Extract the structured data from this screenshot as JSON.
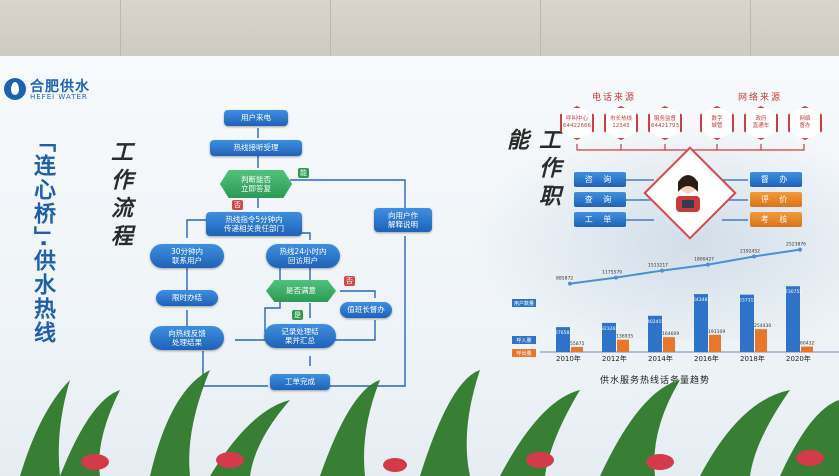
{
  "brand": {
    "name_cn": "合肥供水",
    "name_en": "HEFEI WATER"
  },
  "vertical_title": "「连心桥」·供水热线",
  "workflow": {
    "heading": "工作流程",
    "nodes": {
      "n1": "用户来电",
      "n2": "热线接听受理",
      "n3": "判断能否\n立即答复",
      "n4": "热线指令5分钟内\n传递相关责任部门",
      "n5": "30分钟内\n联系用户",
      "n6": "热线24小时内\n回访用户",
      "n7": "限时办结",
      "n8": "是否满意",
      "n9": "向热线反馈\n处理结果",
      "n10": "记录处理结\n果并汇总",
      "n11": "值班长督办",
      "n12": "向用户作\n解释说明",
      "n13": "工单完成"
    },
    "tags": {
      "yes1": "能",
      "no1": "否",
      "yes2": "是",
      "no2": "否"
    }
  },
  "duties": {
    "heading": "工作职能",
    "phone_source": "电话来源",
    "net_source": "网络来源",
    "phone_items": [
      "呼叫中心\n64422666",
      "市长热线\n12345",
      "服务监督\n64421793"
    ],
    "net_items": [
      "数字\n城管",
      "政府\n直通车",
      "网络\n督办"
    ],
    "left_buttons": [
      "咨 询",
      "查 询",
      "工 单"
    ],
    "right_buttons": [
      "督 办",
      "评 价",
      "考 核"
    ]
  },
  "chart_data": {
    "type": "bar",
    "title": "供水服务热线话务量趋势",
    "legend": [
      "用户数量",
      "呼入量",
      "呼出量"
    ],
    "categories": [
      "2010年",
      "2012年",
      "2014年",
      "2016年",
      "2018年",
      "2020年"
    ],
    "series": [
      {
        "name": "呼入量",
        "values": [
          276582,
          323268,
          402455,
          643481,
          637315,
          730752
        ]
      },
      {
        "name": "呼出量",
        "values": [
          55875,
          136935,
          164609,
          191109,
          254430,
          60432
        ]
      },
      {
        "name": "用户数量",
        "values": [
          885872,
          1175579,
          1513217,
          1800427,
          2192452,
          2523876
        ]
      }
    ],
    "colors": {
      "inbound": "#2f73c9",
      "outbound": "#e8762b",
      "users": "#4a8fd8"
    }
  }
}
